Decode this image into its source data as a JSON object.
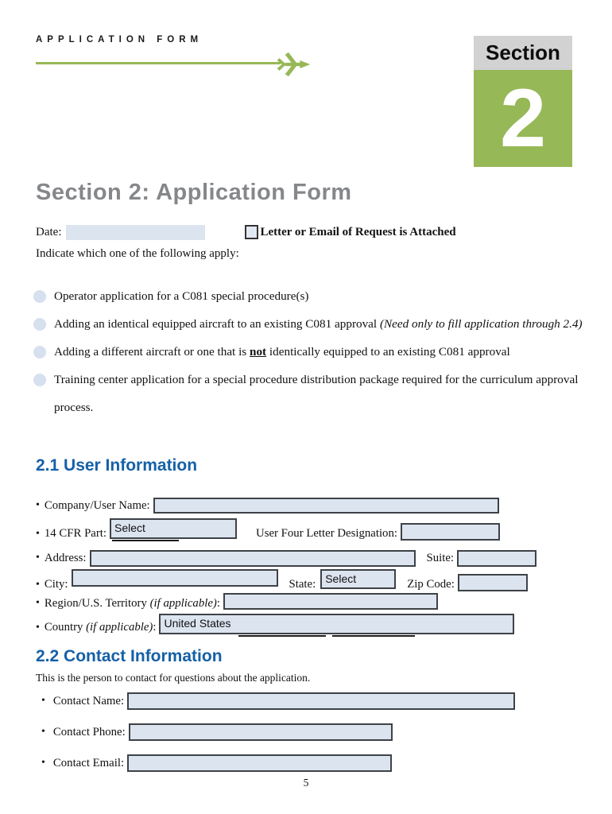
{
  "colors": {
    "accent_green": "#97b857",
    "tab_gray": "#d2d2d2",
    "title_gray": "#85878a",
    "heading_blue": "#1560a6",
    "field_fill": "#dce4f0",
    "field_border": "#3e4247"
  },
  "header": {
    "brand": "APPLICATION FORM",
    "plane_icon": "airplane-icon",
    "section_label": "Section",
    "section_number": "2"
  },
  "title": "Section 2: Application Form",
  "date_row": {
    "label": "Date:",
    "value": "",
    "checkbox_label": "Letter or Email of Request is Attached",
    "checkbox_checked": false
  },
  "intro": "Indicate which one of the following apply:",
  "options": [
    {
      "pre": "Operator application for a C081 special procedure(s)",
      "emph": "",
      "post": "",
      "italic": "",
      "selected": false
    },
    {
      "pre": "Adding an identical equipped aircraft to an existing C081 approval ",
      "emph": "",
      "post": "",
      "italic": "(Need only to fill application through 2.4)",
      "selected": false
    },
    {
      "pre": "Adding a different aircraft or one that is ",
      "emph": "not",
      "post": " identically equipped to an existing C081 approval",
      "italic": "",
      "selected": false
    },
    {
      "pre": "Training center application for a special procedure distribution package required for the curriculum approval process.",
      "emph": "",
      "post": "",
      "italic": "",
      "selected": false
    }
  ],
  "section_21": {
    "heading": "2.1 User Information",
    "fields": {
      "company": {
        "label": "Company/User Name:",
        "value": ""
      },
      "cfr_part": {
        "label": "14 CFR Part:",
        "value": "Select"
      },
      "designation": {
        "label": "User Four Letter Designation:",
        "value": ""
      },
      "address": {
        "label": "Address:",
        "value": ""
      },
      "suite": {
        "label": "Suite:",
        "value": ""
      },
      "city": {
        "label": "City:",
        "value": ""
      },
      "state": {
        "label": "State:",
        "value": "Select"
      },
      "zip": {
        "label": "Zip Code:",
        "value": ""
      },
      "region": {
        "label_pre": "Region/U.S. Territory ",
        "label_italic": "(if applicable)",
        "label_post": ":",
        "value": ""
      },
      "country": {
        "label_pre": "Country ",
        "label_italic": "(if applicable)",
        "label_post": ":",
        "value": "United States"
      }
    }
  },
  "section_22": {
    "heading": "2.2 Contact Information",
    "description": "This is the person to contact for questions about the application.",
    "fields": {
      "contact_name": {
        "label": "Contact Name:",
        "value": ""
      },
      "contact_phone": {
        "label": "Contact Phone:",
        "value": ""
      },
      "contact_email": {
        "label": "Contact Email:",
        "value": ""
      }
    }
  },
  "footer": {
    "page_number": "5"
  }
}
